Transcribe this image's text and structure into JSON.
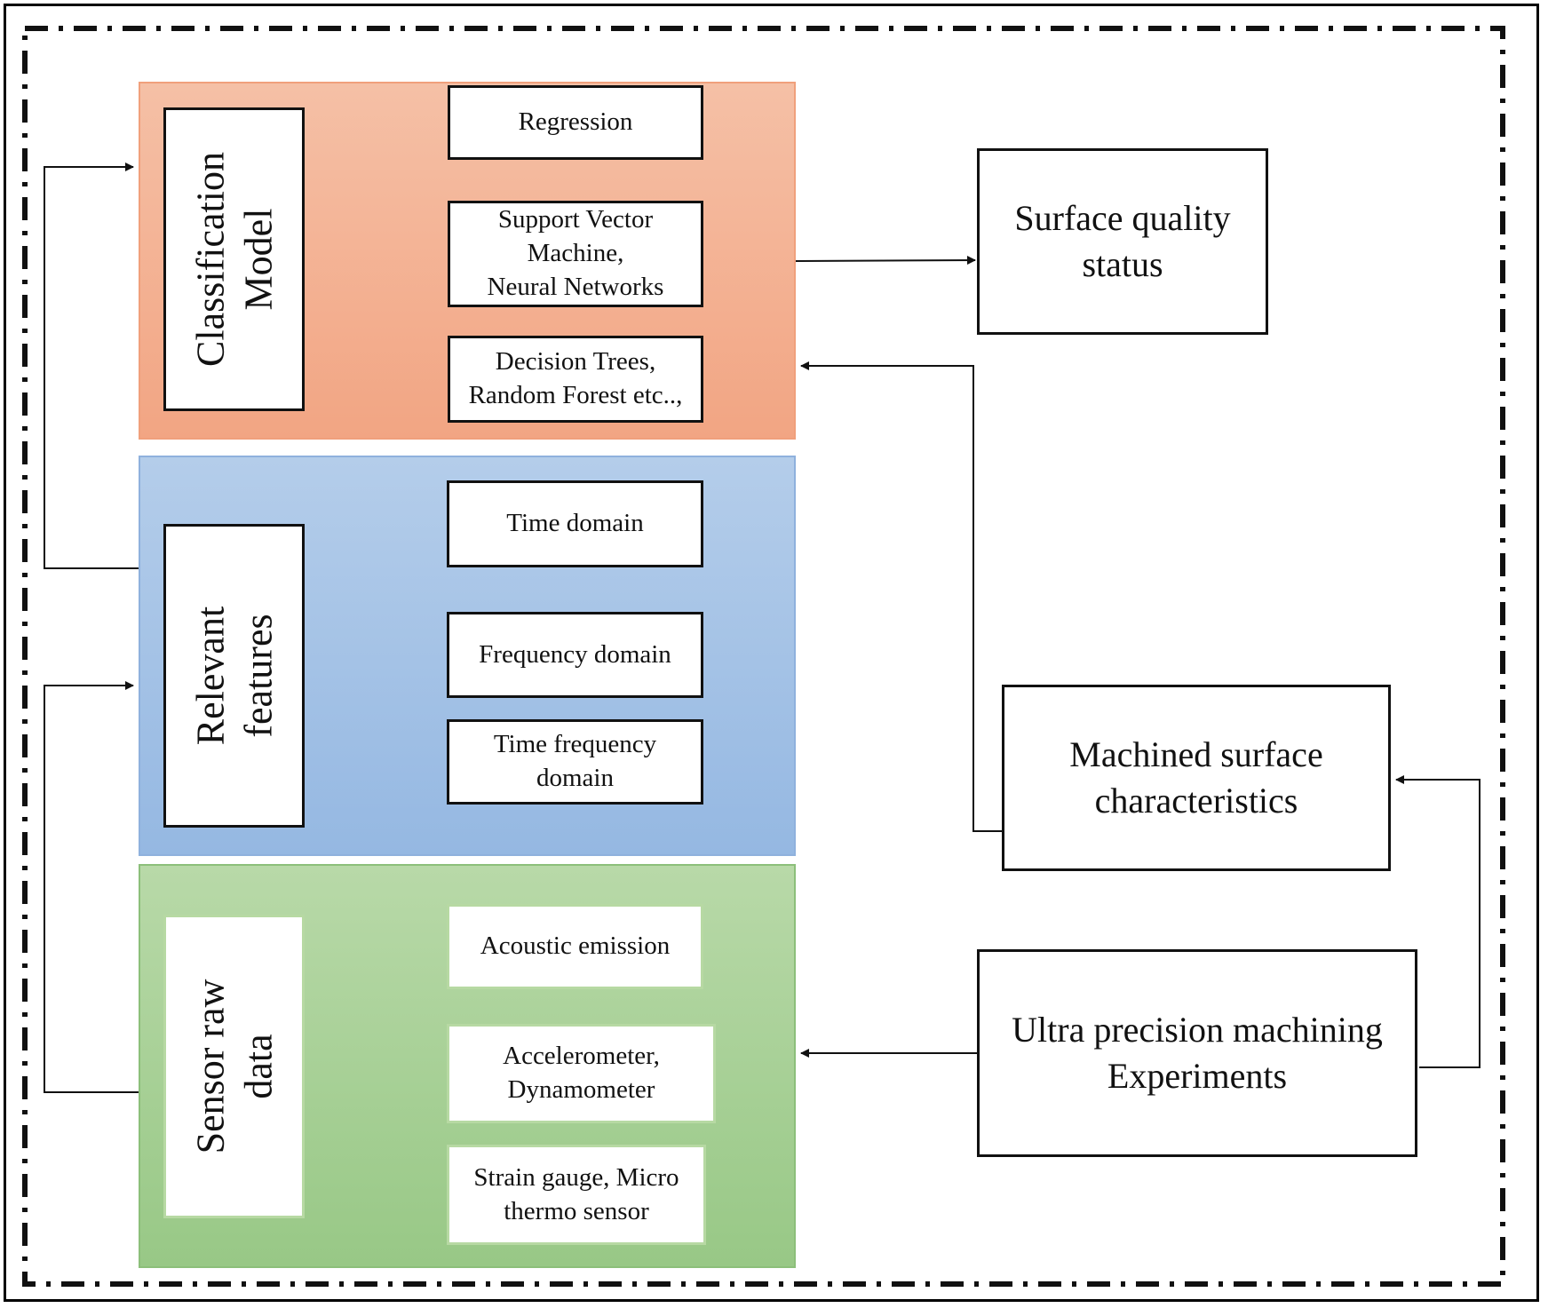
{
  "classification": {
    "title_lines": [
      "Classification",
      "Model"
    ],
    "items": [
      {
        "lines": [
          "Regression"
        ]
      },
      {
        "lines": [
          "Support Vector",
          "Machine,",
          "Neural Networks"
        ]
      },
      {
        "lines": [
          "Decision Trees,",
          "Random Forest etc..,"
        ]
      }
    ]
  },
  "features": {
    "title_lines": [
      "Relevant",
      "features"
    ],
    "items": [
      {
        "lines": [
          "Time domain"
        ]
      },
      {
        "lines": [
          "Frequency domain"
        ]
      },
      {
        "lines": [
          "Time frequency",
          "domain"
        ]
      }
    ]
  },
  "sensor": {
    "title_lines": [
      "Sensor raw",
      "data"
    ],
    "items": [
      {
        "lines": [
          "Acoustic emission"
        ]
      },
      {
        "lines": [
          "Accelerometer,",
          "Dynamometer"
        ]
      },
      {
        "lines": [
          "Strain gauge, Micro",
          "thermo sensor"
        ]
      }
    ]
  },
  "outputs": {
    "surface_quality": [
      "Surface quality",
      "status"
    ],
    "machined_surface": [
      "Machined surface",
      "characteristics"
    ],
    "experiments": [
      "Ultra precision machining",
      "Experiments"
    ]
  },
  "colors": {
    "classification_panel": "#f3ad8d",
    "features_panel": "#a4c3e6",
    "sensor_panel": "#a8d096"
  }
}
